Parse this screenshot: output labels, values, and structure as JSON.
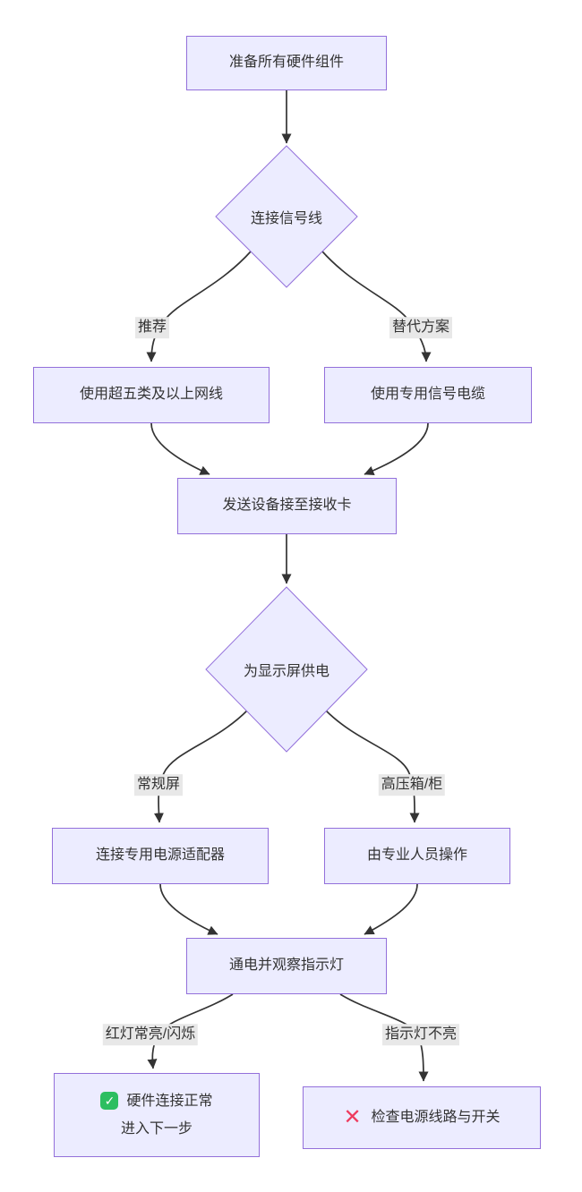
{
  "diagram": {
    "type": "flowchart",
    "direction": "top-down",
    "nodes": {
      "prepare": "准备所有硬件组件",
      "connect_signal_line": "连接信号线",
      "use_cat5e": "使用超五类及以上网线",
      "use_dedicated_cable": "使用专用信号电缆",
      "sender_to_receiver_card": "发送设备接至接收卡",
      "power_display": "为显示屏供电",
      "connect_power_adapter": "连接专用电源适配器",
      "professional_operation": "由专业人员操作",
      "power_on_observe": "通电并观察指示灯",
      "success_line1": "硬件连接正常",
      "success_line2": "进入下一步",
      "failure": "检查电源线路与开关"
    },
    "edge_labels": {
      "recommended": "推荐",
      "alternative": "替代方案",
      "regular_screen": "常规屏",
      "high_voltage_cabinet": "高压箱/柜",
      "red_light_on": "红灯常亮/闪烁",
      "indicator_off": "指示灯不亮"
    },
    "icons": {
      "check": "✓",
      "cross": "✕"
    },
    "colors": {
      "node_fill": "#ECECFF",
      "node_border": "#9370DB",
      "edge_stroke": "#333333",
      "text": "#333333",
      "edge_label_bg": "#e8e8e8",
      "check_green": "#2dbe60",
      "cross_red": "#ee3b5e"
    }
  }
}
